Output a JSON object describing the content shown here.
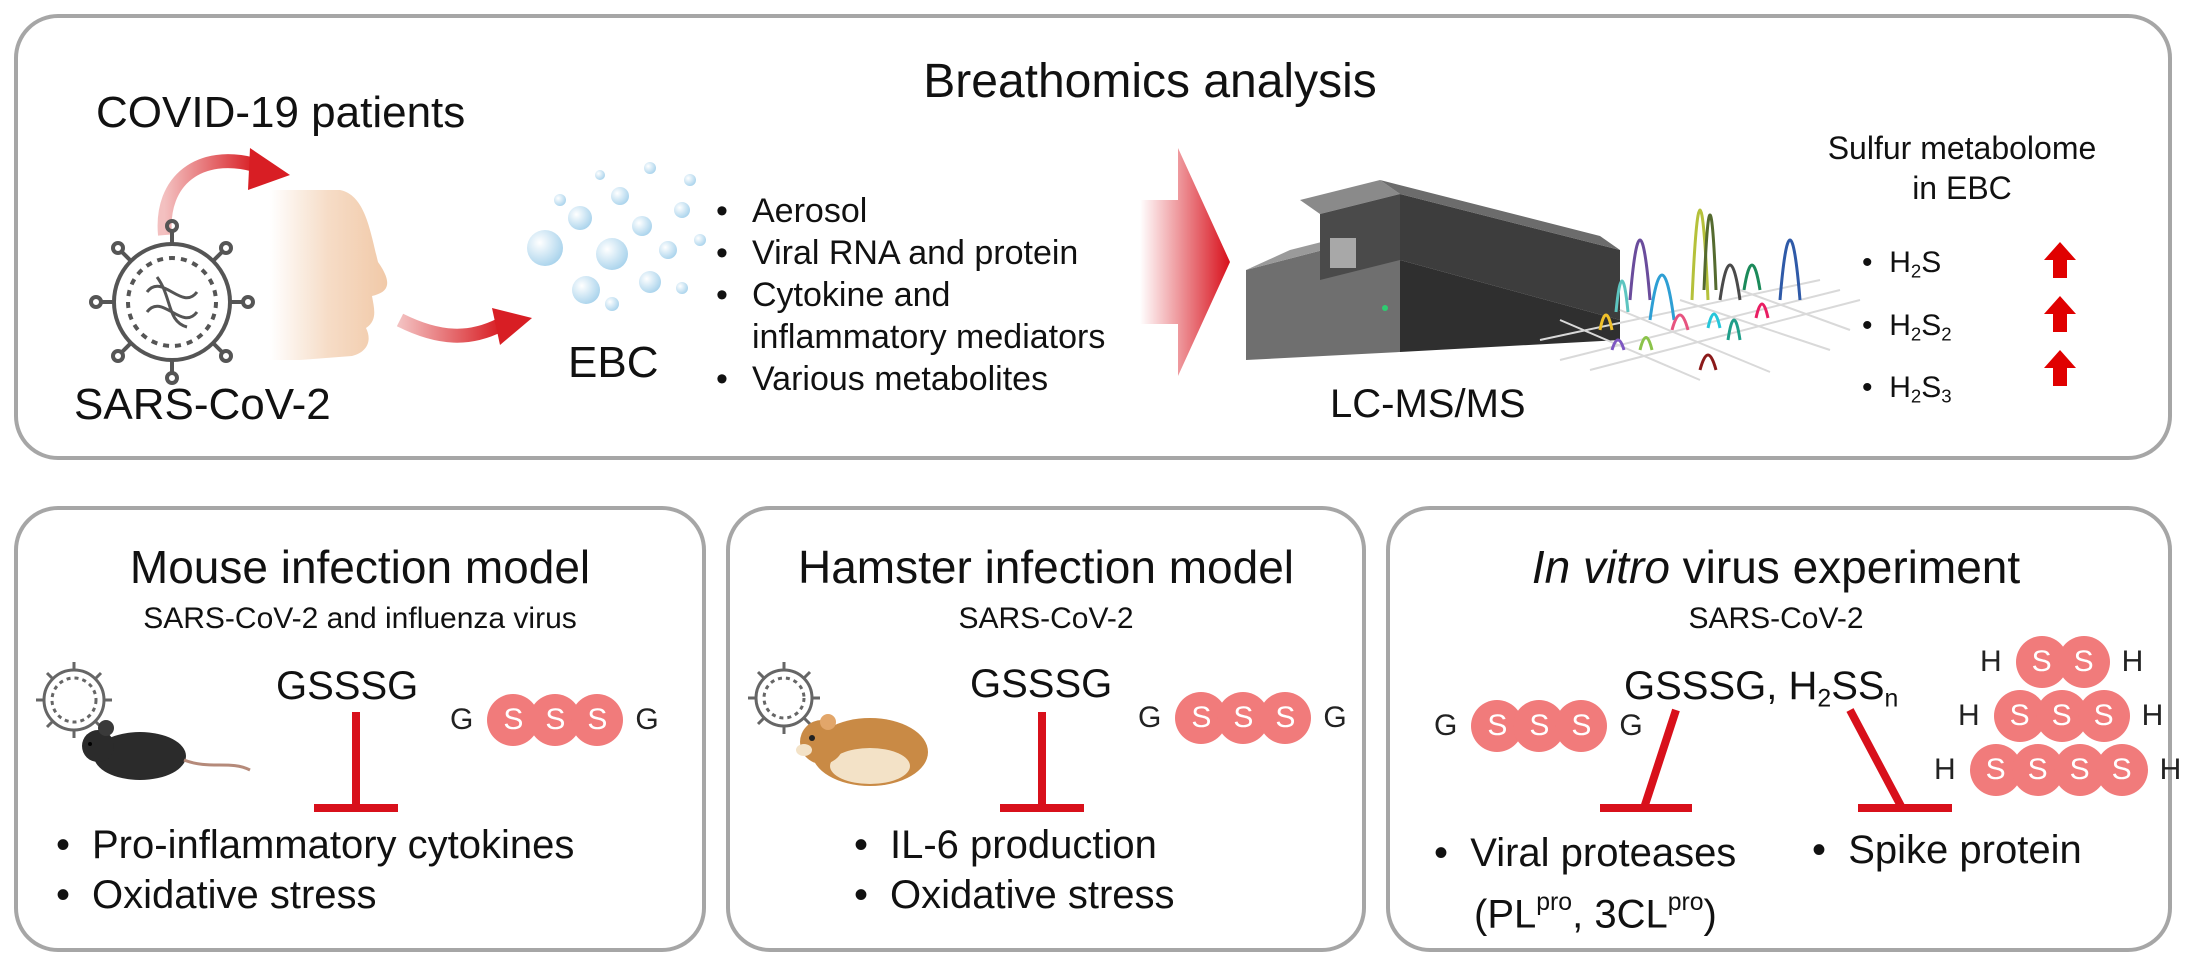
{
  "top": {
    "title": "Breathomics analysis",
    "patients_label": "COVID-19 patients",
    "virus_label": "SARS-CoV-2",
    "ebc_label": "EBC",
    "ebc_items": [
      "Aerosol",
      "Viral RNA and protein",
      "Cytokine and",
      "inflammatory mediators",
      "Various metabolites"
    ],
    "instrument_label": "LC-MS/MS",
    "sulfur_title_line1": "Sulfur metabolome",
    "sulfur_title_line2": "in EBC",
    "sulfur_items": [
      {
        "base": "H",
        "sub1": "2",
        "mid": "S",
        "sub2": ""
      },
      {
        "base": "H",
        "sub1": "2",
        "mid": "S",
        "sub2": "2"
      },
      {
        "base": "H",
        "sub1": "2",
        "mid": "S",
        "sub2": "3"
      }
    ],
    "arrow_color": "#e00000"
  },
  "mouse": {
    "title": "Mouse infection model",
    "subtitle": "SARS-CoV-2 and influenza virus",
    "compound": "GSSSG",
    "chain_left": "G",
    "chain_beads": [
      "S",
      "S",
      "S"
    ],
    "chain_right": "G",
    "effects": [
      "Pro-inflammatory cytokines",
      "Oxidative stress"
    ]
  },
  "hamster": {
    "title": "Hamster infection model",
    "subtitle": "SARS-CoV-2",
    "compound": "GSSSG",
    "chain_left": "G",
    "chain_beads": [
      "S",
      "S",
      "S"
    ],
    "chain_right": "G",
    "effects": [
      "IL-6 production",
      "Oxidative stress"
    ]
  },
  "invitro": {
    "title_italic": "In vitro",
    "title_rest": " virus experiment",
    "subtitle": "SARS-CoV-2",
    "compound_a": "GSSSG, H",
    "compound_sub": "2",
    "compound_b": "SS",
    "compound_n": "n",
    "chain_left": "G",
    "chain_beads": [
      "S",
      "S",
      "S"
    ],
    "chain_right": "G",
    "h_chains": [
      {
        "left": "H",
        "beads": [
          "S",
          "S"
        ],
        "right": "H"
      },
      {
        "left": "H",
        "beads": [
          "S",
          "S",
          "S"
        ],
        "right": "H"
      },
      {
        "left": "H",
        "beads": [
          "S",
          "S",
          "S",
          "S"
        ],
        "right": "H"
      }
    ],
    "effect1_line1": "Viral proteases",
    "effect1_line2_a": "(PL",
    "effect1_sup_a": "pro",
    "effect1_line2_b": ", 3CL",
    "effect1_sup_b": "pro",
    "effect1_line2_c": ")",
    "effect2": "Spike protein"
  },
  "colors": {
    "inhibit": "#d8101b",
    "bead": "#f17b7b",
    "border": "#a6a6a6"
  }
}
